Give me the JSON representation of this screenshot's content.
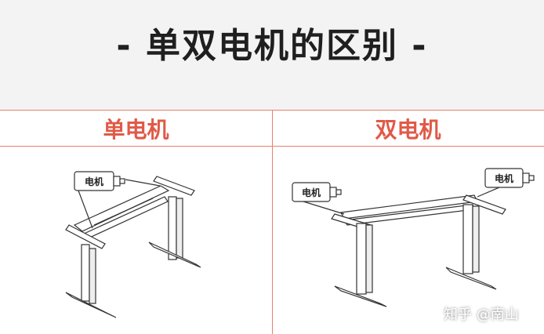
{
  "title": "- 单双电机的区别 -",
  "left_panel": {
    "heading": "单电机",
    "motor_label": "电机"
  },
  "right_panel": {
    "heading": "双电机",
    "motor_labels": [
      "电机",
      "电机"
    ]
  },
  "watermark": "知乎 @南山",
  "colors": {
    "accent_red": "#e05a48",
    "divider": "#e8806f",
    "header_bg": "#f3f3f3"
  }
}
